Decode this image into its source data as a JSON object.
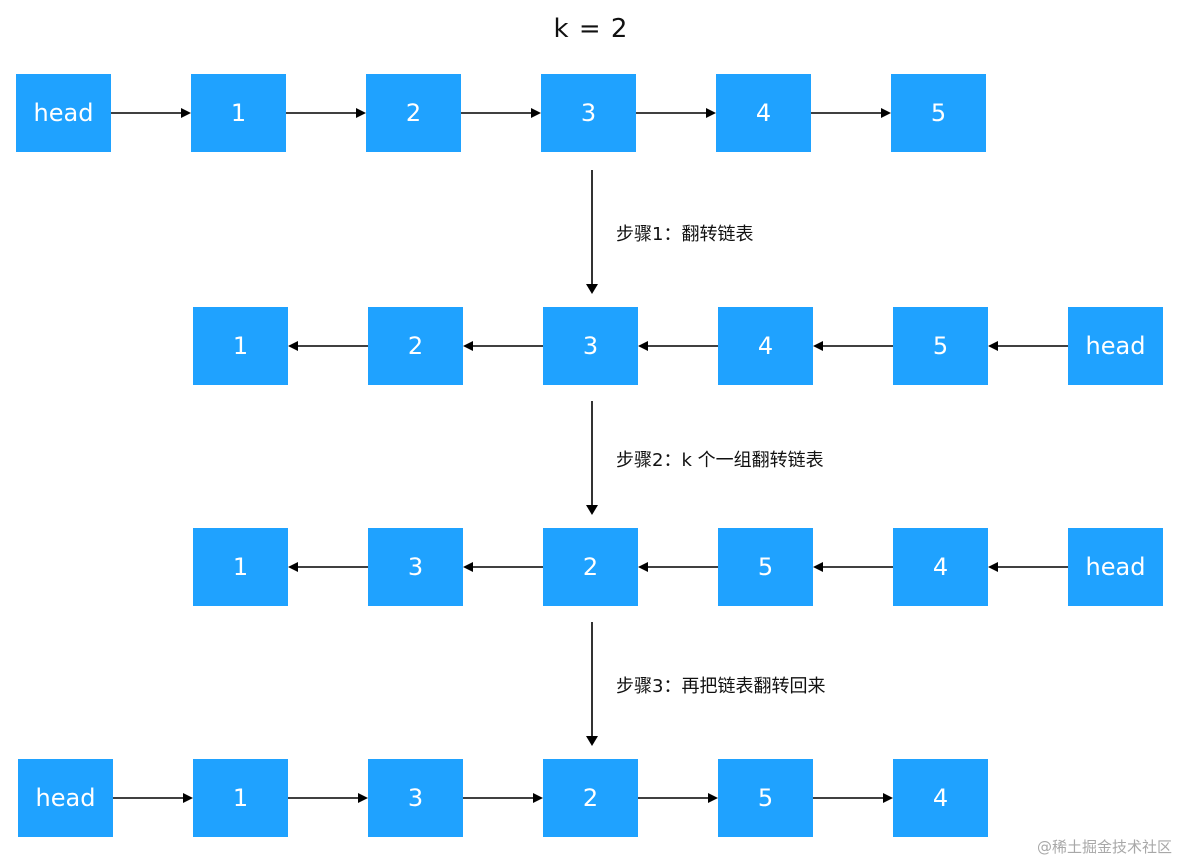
{
  "title": "k = 2",
  "diagram": {
    "rows": [
      {
        "direction": "right",
        "nodes": [
          "head",
          "1",
          "2",
          "3",
          "4",
          "5"
        ]
      },
      {
        "direction": "left",
        "nodes": [
          "1",
          "2",
          "3",
          "4",
          "5",
          "head"
        ]
      },
      {
        "direction": "left",
        "nodes": [
          "1",
          "3",
          "2",
          "5",
          "4",
          "head"
        ]
      },
      {
        "direction": "right",
        "nodes": [
          "head",
          "1",
          "3",
          "2",
          "5",
          "4"
        ]
      }
    ],
    "steps": [
      {
        "label": "步骤1：翻转链表"
      },
      {
        "label": "步骤2：k 个一组翻转链表"
      },
      {
        "label": "步骤3：再把链表翻转回来"
      }
    ]
  },
  "watermark": "@稀土掘金技术社区",
  "colors": {
    "node_fill": "#1FA2FF",
    "node_text": "#FFFFFF",
    "arrow": "#000000",
    "label_text": "#111111",
    "watermark_text": "#A8A8A8"
  }
}
